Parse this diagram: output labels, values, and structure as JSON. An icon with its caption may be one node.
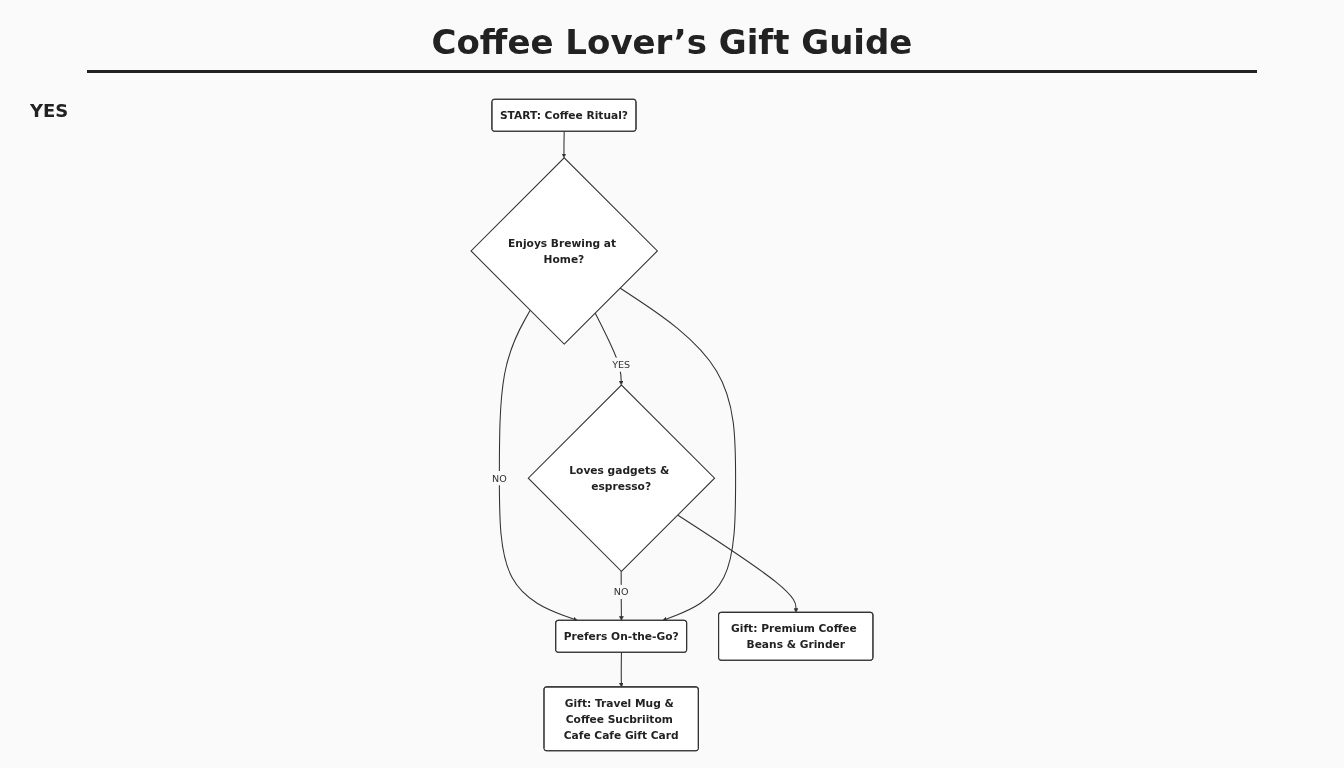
{
  "diagram": {
    "title": "Coffee Lover’s Gift Guide",
    "nodes": [
      {
        "text": [
          "START: Coffee Ritual?"
        ]
      },
      {
        "text": [
          "Enjoys Brewing at Home?"
        ]
      },
      {
        "text": [
          "Loves gadgets & espresso?"
        ]
      },
      {
        "text": [
          "Prefers On-the-Go?"
        ]
      },
      {
        "text": [
          "Gift: Premium Coffee Beans & Grinder"
        ]
      },
      {
        "text": [
          "Gift: Travel Mug & Coffee Sucbriitom Cafe Cafe Gift Card"
        ]
      }
    ],
    "edges": [
      {
        "from": 0,
        "to": 1,
        "arrow": "to"
      },
      {
        "from": 1,
        "to": 2,
        "arrow": "to",
        "label": "YES"
      },
      {
        "from": 1,
        "to": 3,
        "arrow": "to",
        "label": "NO"
      },
      {
        "from": 2,
        "to": 3,
        "arrow": "to",
        "label": "NO"
      },
      {
        "from": 1,
        "to": 3,
        "arrow": "to"
      },
      {
        "from": 2,
        "to": 4,
        "arrow": "to"
      },
      {
        "from": 3,
        "to": 5,
        "arrow": "to"
      }
    ],
    "labels": [
      "YES"
    ]
  }
}
